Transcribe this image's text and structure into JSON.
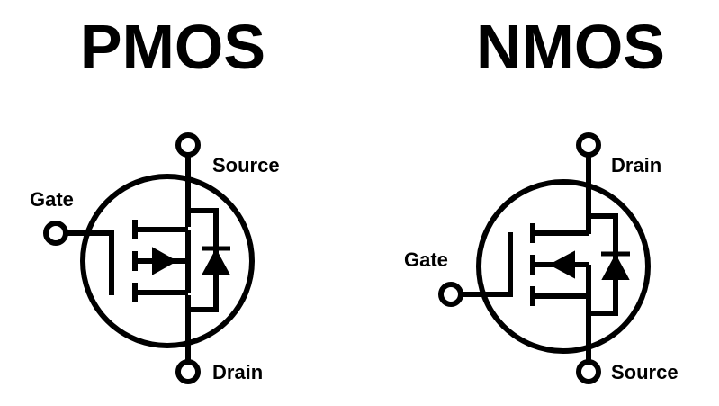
{
  "pmos": {
    "title": "PMOS",
    "labels": {
      "gate": "Gate",
      "source": "Source",
      "drain": "Drain"
    }
  },
  "nmos": {
    "title": "NMOS",
    "labels": {
      "gate": "Gate",
      "drain": "Drain",
      "source": "Source"
    }
  },
  "colors": {
    "ink": "#000000",
    "background": "#ffffff"
  }
}
